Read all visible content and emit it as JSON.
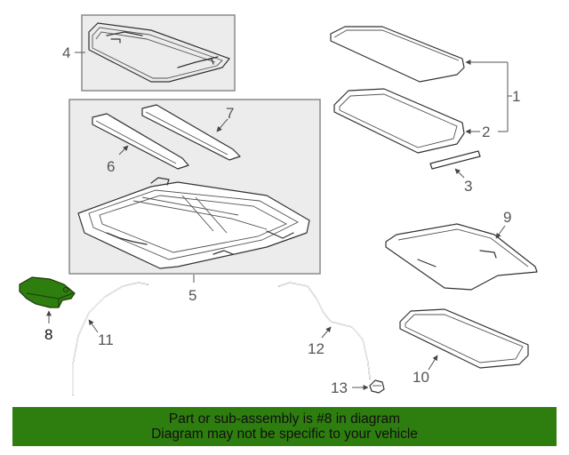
{
  "highlight_color": "#2e7d0f",
  "callouts": {
    "c1": "1",
    "c2": "2",
    "c3": "3",
    "c4": "4",
    "c5": "5",
    "c6": "6",
    "c7": "7",
    "c8": "8",
    "c9": "9",
    "c10": "10",
    "c11": "11",
    "c12": "12",
    "c13": "13"
  },
  "banner": {
    "line1": "Part or sub-assembly is #8 in diagram",
    "line2": "Diagram may not be specific to your vehicle"
  }
}
